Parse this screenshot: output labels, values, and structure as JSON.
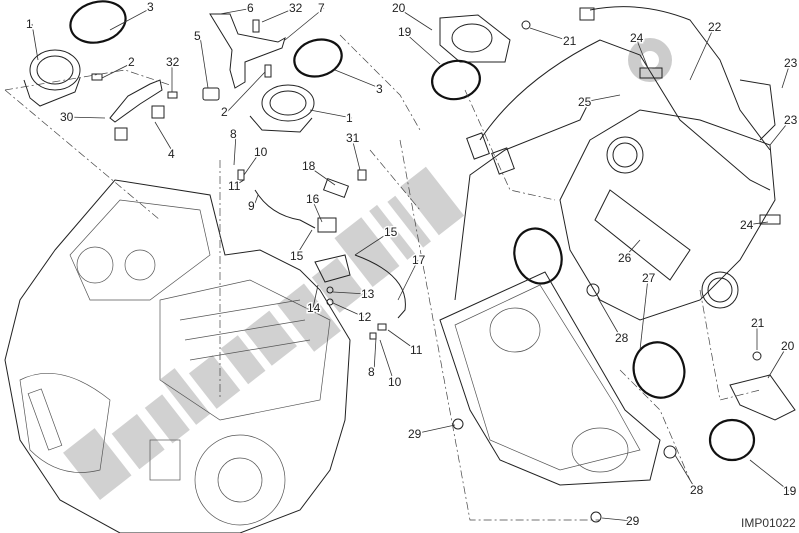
{
  "diagram": {
    "drawing_code": "IMP01022",
    "watermark": "Partsrepublik",
    "callouts": [
      "1",
      "3",
      "2",
      "32",
      "30",
      "4",
      "6",
      "32",
      "7",
      "5",
      "2",
      "3",
      "1",
      "8",
      "10",
      "11",
      "9",
      "18",
      "31",
      "16",
      "15",
      "15",
      "17",
      "13",
      "14",
      "12",
      "8",
      "10",
      "11",
      "20",
      "19",
      "21",
      "22",
      "24",
      "23",
      "25",
      "23",
      "24",
      "26",
      "27",
      "28",
      "21",
      "20",
      "29",
      "28",
      "19",
      "29"
    ],
    "colors": {
      "line": "#222222",
      "watermark": "#9a9a9a",
      "background": "#ffffff"
    }
  }
}
